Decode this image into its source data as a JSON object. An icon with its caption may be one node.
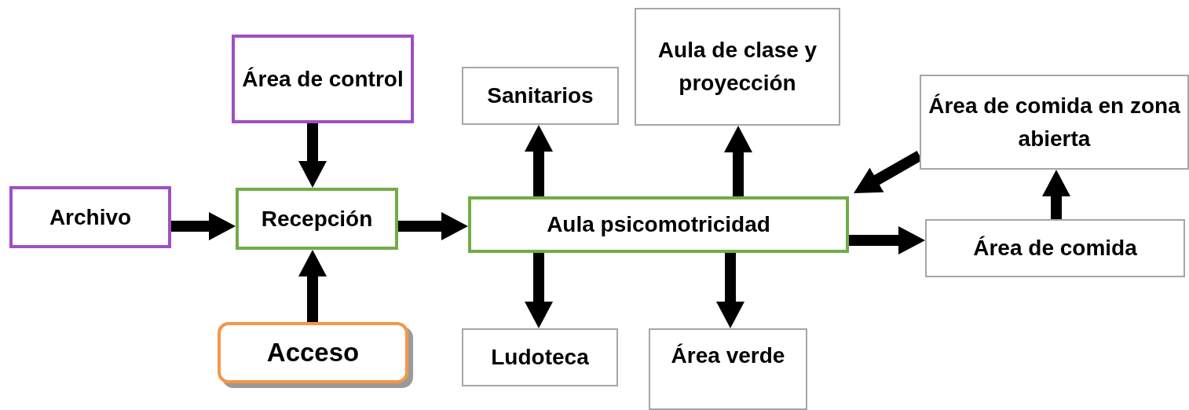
{
  "diagram": {
    "nodes": [
      {
        "text": [
          "Área de control"
        ]
      },
      {
        "text": [
          "Archivo"
        ]
      },
      {
        "text": [
          "Recepción"
        ]
      },
      {
        "text": [
          "Acceso"
        ]
      },
      {
        "text": [
          "Sanitarios"
        ]
      },
      {
        "text": [
          "Aula de clase y proyección"
        ]
      },
      {
        "text": [
          "Área de comida en zona abierta"
        ]
      },
      {
        "text": [
          "Aula psicomotricidad"
        ]
      },
      {
        "text": [
          "Área de comida"
        ]
      },
      {
        "text": [
          "Ludoteca"
        ]
      },
      {
        "text": [
          "Área verde"
        ]
      }
    ],
    "edges": [
      {
        "from": 0,
        "to": 2,
        "arrow": "to"
      },
      {
        "from": 1,
        "to": 2,
        "arrow": "to"
      },
      {
        "from": 3,
        "to": 2,
        "arrow": "to"
      },
      {
        "from": 2,
        "to": 7,
        "arrow": "to"
      },
      {
        "from": 7,
        "to": 4,
        "arrow": "to"
      },
      {
        "from": 7,
        "to": 5,
        "arrow": "to"
      },
      {
        "from": 6,
        "to": 7,
        "arrow": "to"
      },
      {
        "from": 7,
        "to": 8,
        "arrow": "to"
      },
      {
        "from": 8,
        "to": 6,
        "arrow": "to"
      },
      {
        "from": 7,
        "to": 9,
        "arrow": "to"
      },
      {
        "from": 7,
        "to": 10,
        "arrow": "to"
      }
    ]
  }
}
